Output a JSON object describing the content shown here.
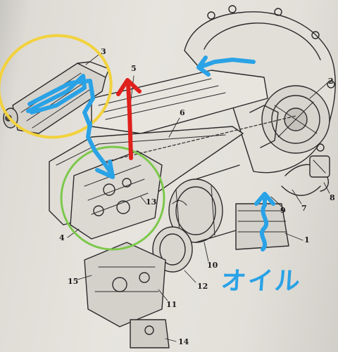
{
  "figure": {
    "callouts": {
      "c1": "1",
      "c2": "2",
      "c3": "3",
      "c4": "4",
      "c5": "5",
      "c6": "6",
      "c7": "7",
      "c8": "8",
      "c9": "9",
      "c10": "10",
      "c11": "11",
      "c12": "12",
      "c13": "13",
      "c14": "14",
      "c15": "15"
    },
    "annotation_text": "オイル",
    "annotation_colors": {
      "blue": "#2aa2e6",
      "red": "#e0201c",
      "yellow": "#f2d23c",
      "green": "#7cc84a"
    }
  }
}
